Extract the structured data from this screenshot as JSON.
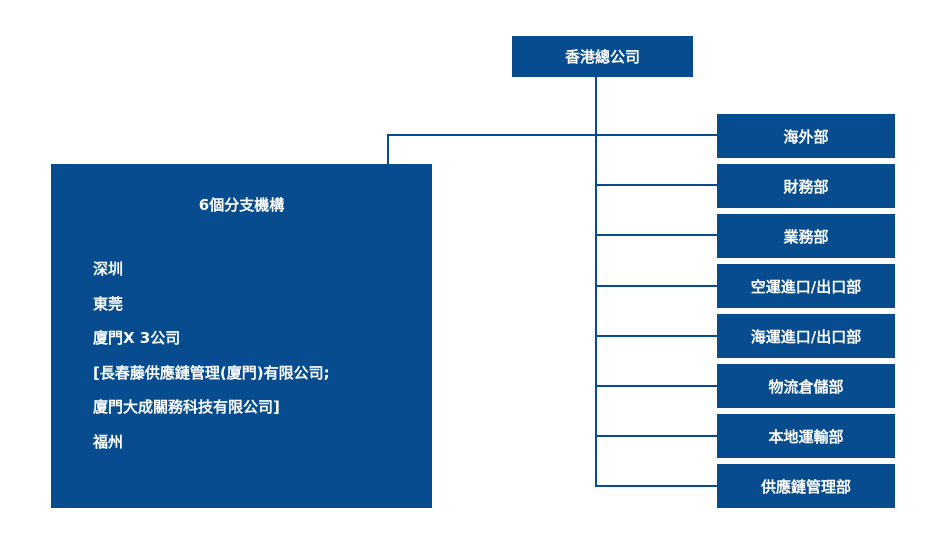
{
  "org": {
    "hq": "香港總公司",
    "branch": {
      "title": "6個分支機構",
      "lines": [
        "深圳",
        "東莞",
        "廈門X 3公司",
        "[長春藤供應鏈管理(廈門)有限公司;",
        "廈門大成關務科技有限公司]",
        "福州"
      ]
    },
    "departments": [
      "海外部",
      "財務部",
      "業務部",
      "空運進口/出口部",
      "海運進口/出口部",
      "物流倉儲部",
      "本地運輸部",
      "供應鏈管理部"
    ]
  },
  "colors": {
    "node_fill": "#064c8f",
    "text": "#ffffff",
    "connector": "#064c8f"
  }
}
